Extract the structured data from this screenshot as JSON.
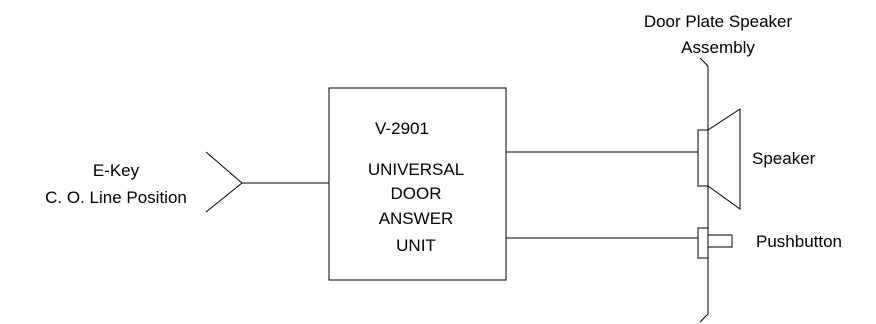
{
  "assembly_label": [
    "Door Plate Speaker",
    "Assembly"
  ],
  "input_label": [
    "E-Key",
    "C. O. Line Position"
  ],
  "unit": {
    "model": "V-2901",
    "name_lines": [
      "UNIVERSAL",
      "DOOR",
      "ANSWER",
      "UNIT"
    ]
  },
  "speaker_label": "Speaker",
  "pushbutton_label": "Pushbutton"
}
